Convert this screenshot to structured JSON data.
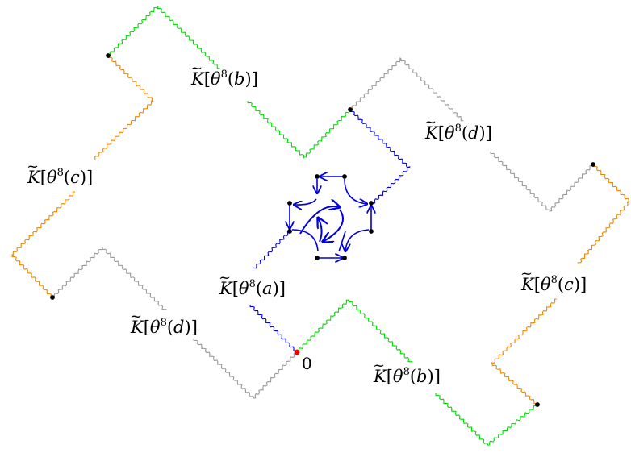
{
  "colors": {
    "green": "#00dd00",
    "orange": "#ee8800",
    "gray": "#999999",
    "blue": "#0000dd",
    "vertex": "#000000",
    "origin": "#ee0000"
  },
  "labels": [
    {
      "id": "k-theta8-b-top",
      "text": "θ8(b)",
      "symbol": "K",
      "letter": "b",
      "power": "8"
    },
    {
      "id": "k-theta8-d-right",
      "text": "θ8(d)",
      "symbol": "K",
      "letter": "d",
      "power": "8"
    },
    {
      "id": "k-theta8-c-left",
      "text": "θ8(c)",
      "symbol": "K",
      "letter": "c",
      "power": "8"
    },
    {
      "id": "k-theta8-a",
      "text": "θ8(a)",
      "symbol": "K",
      "letter": "a",
      "power": "8"
    },
    {
      "id": "k-theta8-c-right",
      "text": "θ8(c)",
      "symbol": "K",
      "letter": "c",
      "power": "8"
    },
    {
      "id": "k-theta8-d-left",
      "text": "θ8(d)",
      "symbol": "K",
      "letter": "d",
      "power": "8"
    },
    {
      "id": "k-theta8-b-bottom",
      "text": "θ8(b)",
      "symbol": "K",
      "letter": "b",
      "power": "8"
    }
  ],
  "origin_label": "0"
}
